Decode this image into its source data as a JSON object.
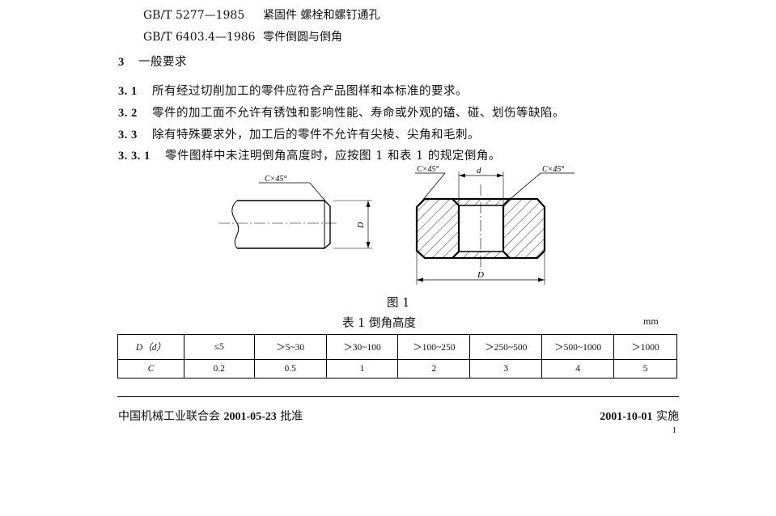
{
  "standards": [
    {
      "code": "GB/T  5277—1985",
      "title": "紧固件    螺栓和螺钉通孔"
    },
    {
      "code": "GB/T  6403.4—1986",
      "title": "零件倒圆与倒角"
    }
  ],
  "section": {
    "number": "3",
    "title": "一般要求"
  },
  "clauses": [
    {
      "number": "3. 1",
      "text": "所有经过切削加工的零件应符合产品图样和本标准的要求。"
    },
    {
      "number": "3. 2",
      "text": "零件的加工面不允许有锈蚀和影响性能、寿命或外观的磕、碰、划伤等缺陷。"
    },
    {
      "number": "3. 3",
      "text": "除有特殊要求外，加工后的零件不允许有尖棱、尖角和毛刺。"
    },
    {
      "number": "3. 3. 1",
      "text": "零件图样中未注明倒角高度时，应按图 1 和表 1 的规定倒角。"
    }
  ],
  "figure": {
    "chamfer_label_left": "C×45°",
    "chamfer_label_right_a": "C×45°",
    "chamfer_label_right_b": "C×45°",
    "dim_D_left": "D",
    "dim_d": "d",
    "dim_D_right": "D",
    "caption": "图 1"
  },
  "table": {
    "caption": "表  1    倒角高度",
    "unit": "mm",
    "header": [
      "D（d）",
      "≤5",
      "＞5~30",
      "＞30~100",
      "＞100~250",
      "＞250~500",
      "＞500~1000",
      "＞1000"
    ],
    "row": [
      "C",
      "0.2",
      "0.5",
      "1",
      "2",
      "3",
      "4",
      "5"
    ]
  },
  "footer": {
    "org": "中国机械工业联合会",
    "approve_date": "2001-05-23",
    "approve_text": "批准",
    "impl_date": "2001-10-01",
    "impl_text": "实施",
    "page": "1"
  }
}
